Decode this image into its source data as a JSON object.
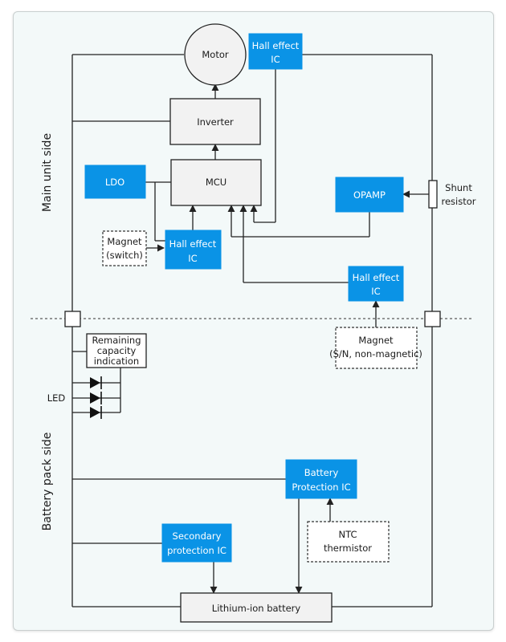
{
  "sections": {
    "main_unit": "Main unit side",
    "battery_pack": "Battery pack side"
  },
  "blocks": {
    "motor": "Motor",
    "hall_top": [
      "Hall effect",
      "IC"
    ],
    "inverter": "Inverter",
    "ldo": "LDO",
    "mcu": "MCU",
    "opamp": "OPAMP",
    "shunt": [
      "Shunt",
      "resistor"
    ],
    "magnet_switch": [
      "Magnet",
      "(switch)"
    ],
    "hall_mid": [
      "Hall effect",
      "IC"
    ],
    "hall_right": [
      "Hall effect",
      "IC"
    ],
    "magnet_sn": [
      "Magnet",
      "(S/N, non-magnetic)"
    ],
    "remaining": [
      "Remaining",
      "capacity",
      "indication"
    ],
    "led": "LED",
    "battery_protection": [
      "Battery",
      "Protection IC"
    ],
    "ntc": [
      "NTC",
      "thermistor"
    ],
    "secondary_protection": [
      "Secondary",
      "protection IC"
    ],
    "battery": "Lithium-ion battery"
  },
  "colors": {
    "ic_fill": "#0a93e6",
    "background": "#f3f9f9"
  }
}
